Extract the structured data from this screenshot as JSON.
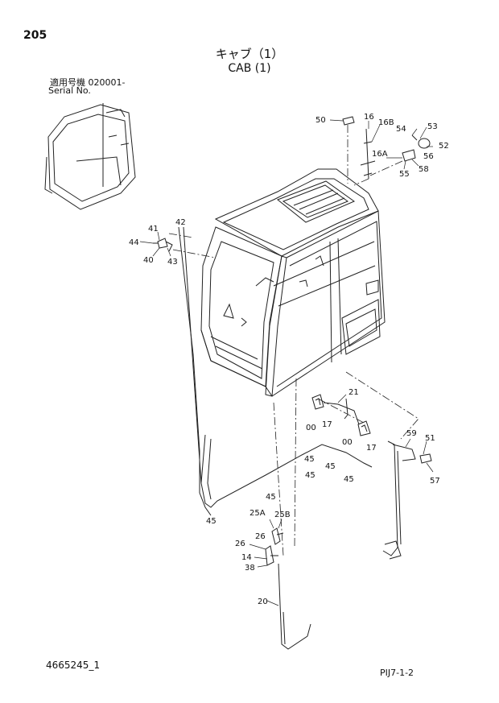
{
  "header": {
    "page_number": "205",
    "title_jp": "キャブ（1）",
    "title_en": "CAB (1)",
    "serial_label_jp": "適用号機  020001-",
    "serial_label_en": "Serial No."
  },
  "footer": {
    "document_number": "4665245_1",
    "page_code": "PIJ7-1-2"
  },
  "callouts": [
    {
      "id": "c50",
      "text": "50"
    },
    {
      "id": "c16",
      "text": "16"
    },
    {
      "id": "c16b",
      "text": "16B"
    },
    {
      "id": "c54",
      "text": "54"
    },
    {
      "id": "c53",
      "text": "53"
    },
    {
      "id": "c56",
      "text": "56"
    },
    {
      "id": "c52",
      "text": "52"
    },
    {
      "id": "c16a",
      "text": "16A"
    },
    {
      "id": "c55",
      "text": "55"
    },
    {
      "id": "c58",
      "text": "58"
    },
    {
      "id": "c42",
      "text": "42"
    },
    {
      "id": "c41",
      "text": "41"
    },
    {
      "id": "c44",
      "text": "44"
    },
    {
      "id": "c40",
      "text": "40"
    },
    {
      "id": "c43",
      "text": "43"
    },
    {
      "id": "c21",
      "text": "21"
    },
    {
      "id": "c00a",
      "text": "00"
    },
    {
      "id": "c17a",
      "text": "17"
    },
    {
      "id": "c00b",
      "text": "00"
    },
    {
      "id": "c17b",
      "text": "17"
    },
    {
      "id": "c59",
      "text": "59"
    },
    {
      "id": "c51",
      "text": "51"
    },
    {
      "id": "c57",
      "text": "57"
    },
    {
      "id": "c45a",
      "text": "45"
    },
    {
      "id": "c45b",
      "text": "45"
    },
    {
      "id": "c45c",
      "text": "45"
    },
    {
      "id": "c45d",
      "text": "45"
    },
    {
      "id": "c45e",
      "text": "45"
    },
    {
      "id": "c25a",
      "text": "25A"
    },
    {
      "id": "c25b",
      "text": "25B"
    },
    {
      "id": "c26a",
      "text": "26"
    },
    {
      "id": "c26b",
      "text": "26"
    },
    {
      "id": "c14",
      "text": "14"
    },
    {
      "id": "c38",
      "text": "38"
    },
    {
      "id": "c20",
      "text": "20"
    }
  ]
}
